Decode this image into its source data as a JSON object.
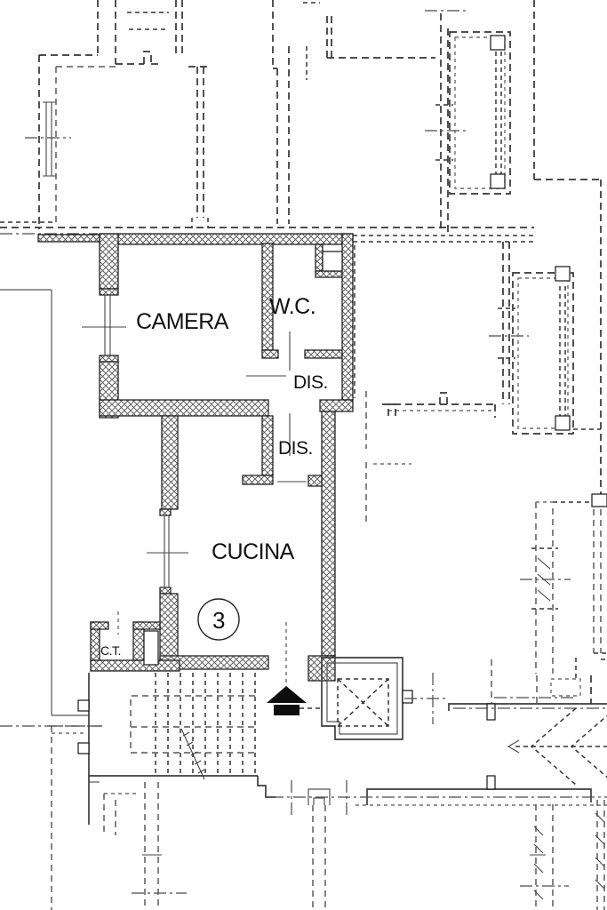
{
  "plan": {
    "title": "apartment-floor-plan",
    "labels": {
      "camera": "CAMERA",
      "wc": "W.C.",
      "dis_upper": "DIS.",
      "dis_lower": "DIS.",
      "cucina": "CUCINA",
      "ct": "C.T.",
      "unit_number": "3"
    },
    "colors": {
      "background": "#ffffff",
      "wall_outline": "#141414",
      "wall_hatch": "#666666",
      "solid_line": "#3d3d3d",
      "dashed_dark": "#343434",
      "dashed_gray": "#6e6e6e",
      "text": "#111111",
      "entrance_arrow": "#0d0d0d"
    },
    "symbols": {
      "entrance_arrow": "entrance-direction-arrow",
      "elevator": "elevator-shaft-with-x",
      "staircase": "stair-treads-with-cut-line",
      "ramp": "chevron-direction-marks",
      "unit_badge": "circled-number"
    }
  }
}
